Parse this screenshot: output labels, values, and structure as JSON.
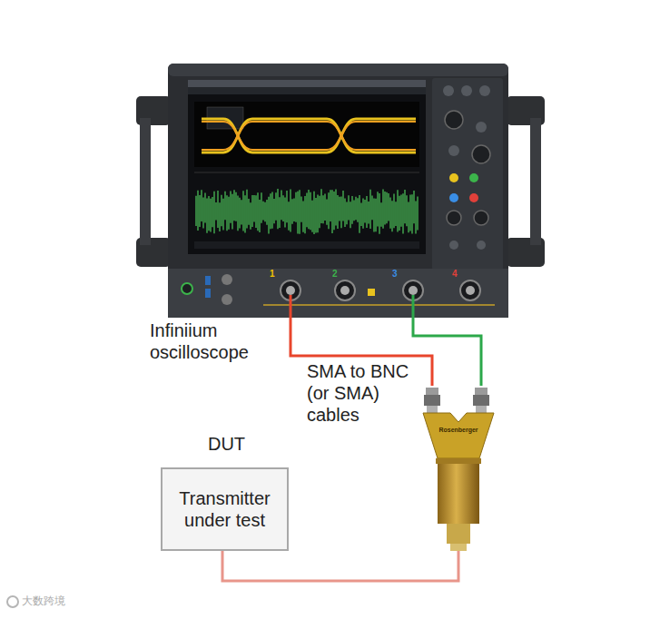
{
  "diagram": {
    "nodes": [
      {
        "text": [
          "Infiniium oscilloscope"
        ]
      },
      {
        "text": [
          "Rosenberger"
        ]
      },
      {
        "text": [
          "DUT",
          "Transmitter under test"
        ]
      }
    ],
    "edges": [
      {
        "from": 0,
        "to": 1,
        "arrow": "none"
      },
      {
        "from": 0,
        "to": 1,
        "arrow": "none"
      },
      {
        "from": 1,
        "to": 2,
        "arrow": "none"
      }
    ],
    "labels": [
      "1",
      "2",
      "3",
      "4",
      "SMA to BNC (or SMA) cables",
      "大数跨境"
    ]
  }
}
